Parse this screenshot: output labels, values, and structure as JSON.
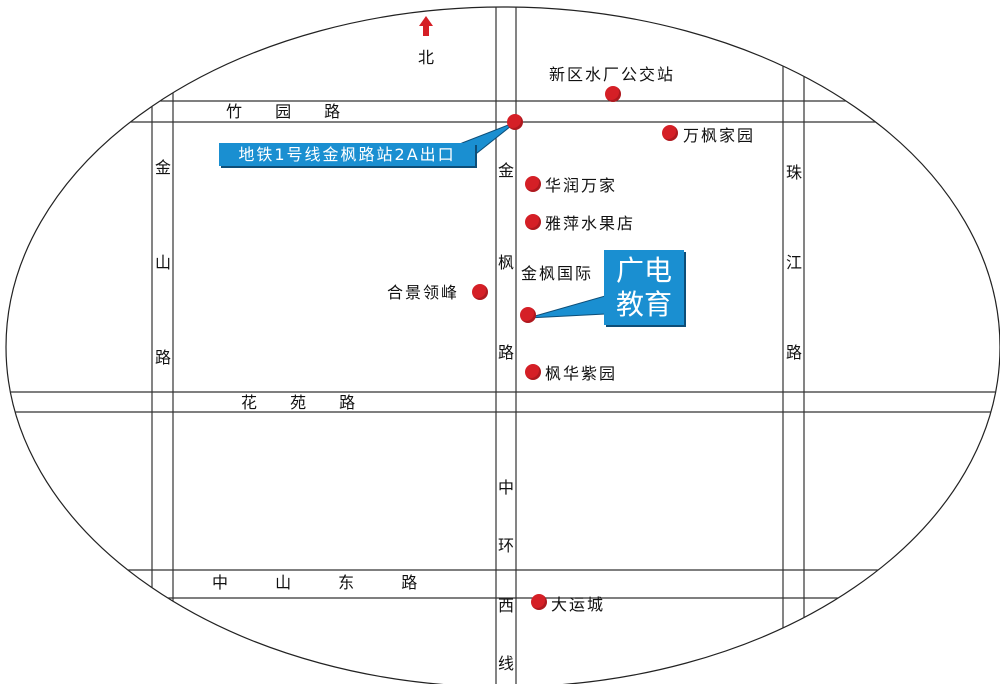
{
  "map": {
    "north_label": "北",
    "roads": {
      "zhuyuan": "竹 园 路",
      "huayuan": "花 苑 路",
      "zhongshan_east": "中 山 东 路",
      "jinshan": [
        "金",
        "山",
        "路"
      ],
      "jinfeng": [
        "金",
        "枫",
        "路"
      ],
      "zhujiang": [
        "珠",
        "江",
        "路"
      ],
      "zhonghuan_west": [
        "中",
        "环",
        "西",
        "线"
      ]
    },
    "metro_exit": "地铁1号线金枫路站2A出口",
    "school": {
      "line1": "广电",
      "line2": "教育"
    },
    "pois": [
      {
        "id": "xinqu",
        "name": "新区水厂公交站"
      },
      {
        "id": "wanfeng",
        "name": "万枫家园"
      },
      {
        "id": "huarun",
        "name": "华润万家"
      },
      {
        "id": "yaping",
        "name": "雅萍水果店"
      },
      {
        "id": "jinfeng_intl",
        "name": "金枫国际"
      },
      {
        "id": "hejing",
        "name": "合景领峰"
      },
      {
        "id": "fenghua",
        "name": "枫华紫园"
      },
      {
        "id": "dayun",
        "name": "大运城"
      }
    ],
    "colors": {
      "poi": "#d51f26",
      "callout": "#1a8fd1",
      "roads": "#333333",
      "north_arrow": "#d51f26"
    }
  }
}
